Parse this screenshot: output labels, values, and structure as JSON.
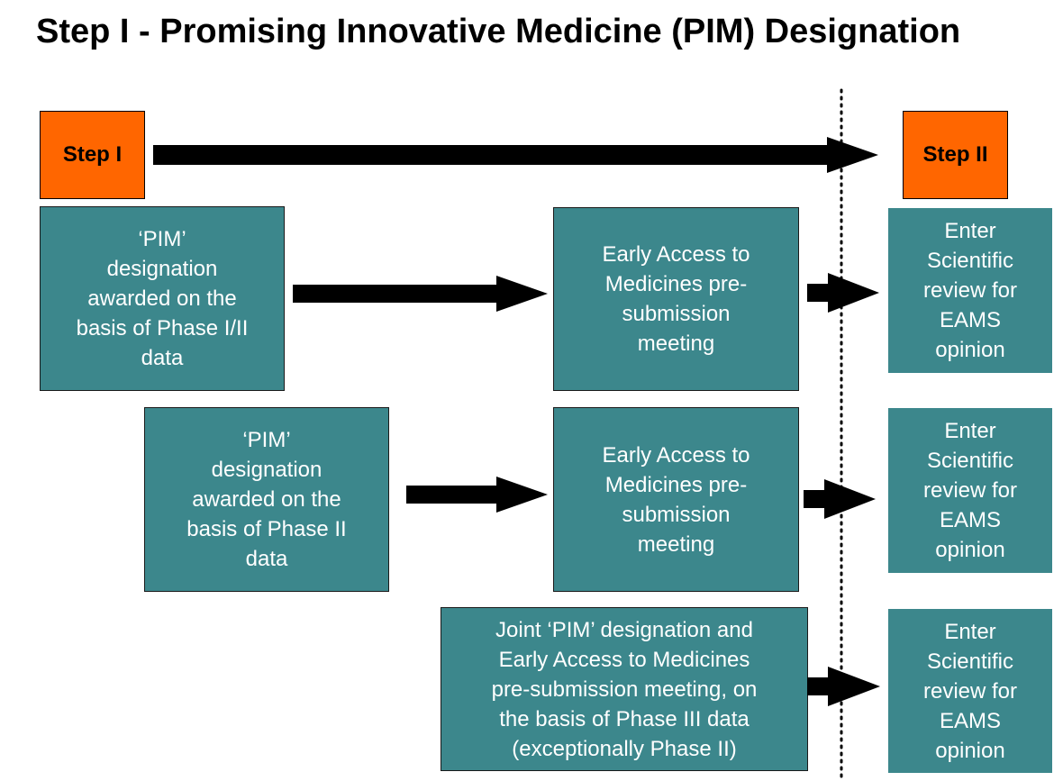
{
  "title": "Step I  - Promising Innovative Medicine (PIM) Designation",
  "steps": {
    "step1": "Step I",
    "step2": "Step II"
  },
  "rows": [
    {
      "pim_label": "‘PIM’\ndesignation\nawarded on the\nbasis of Phase I/II\ndata",
      "meeting_label": "Early Access to\nMedicines pre-\nsubmission\nmeeting",
      "review_label": "Enter\nScientific\nreview for\nEAMS\nopinion"
    },
    {
      "pim_label": "‘PIM’\ndesignation\nawarded on the\nbasis of Phase II\ndata",
      "meeting_label": "Early Access to\nMedicines pre-\nsubmission\nmeeting",
      "review_label": "Enter\nScientific\nreview for\nEAMS\nopinion"
    },
    {
      "joint_label": "Joint ‘PIM’ designation and\nEarly Access to Medicines\npre-submission meeting, on\nthe basis of Phase III data\n(exceptionally Phase II)",
      "review_label": "Enter\nScientific\nreview for\nEAMS\nopinion"
    }
  ],
  "colors": {
    "step_box": "#ff6600",
    "process_box": "#3c878c",
    "arrow": "#000000"
  }
}
